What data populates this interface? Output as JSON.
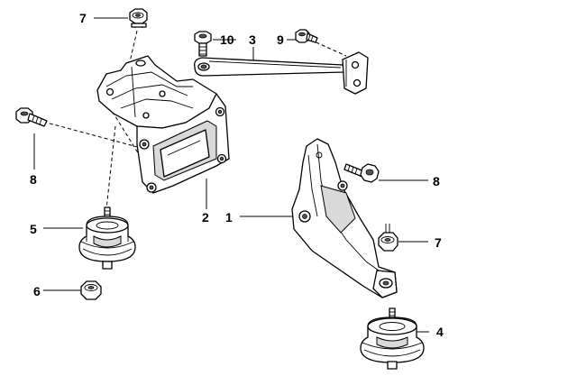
{
  "callouts": {
    "c1": "1",
    "c2": "2",
    "c3": "3",
    "c4": "4",
    "c5": "5",
    "c6": "6",
    "c7_top": "7",
    "c7_right": "7",
    "c8_left": "8",
    "c8_right": "8",
    "c9": "9",
    "c10": "10"
  }
}
